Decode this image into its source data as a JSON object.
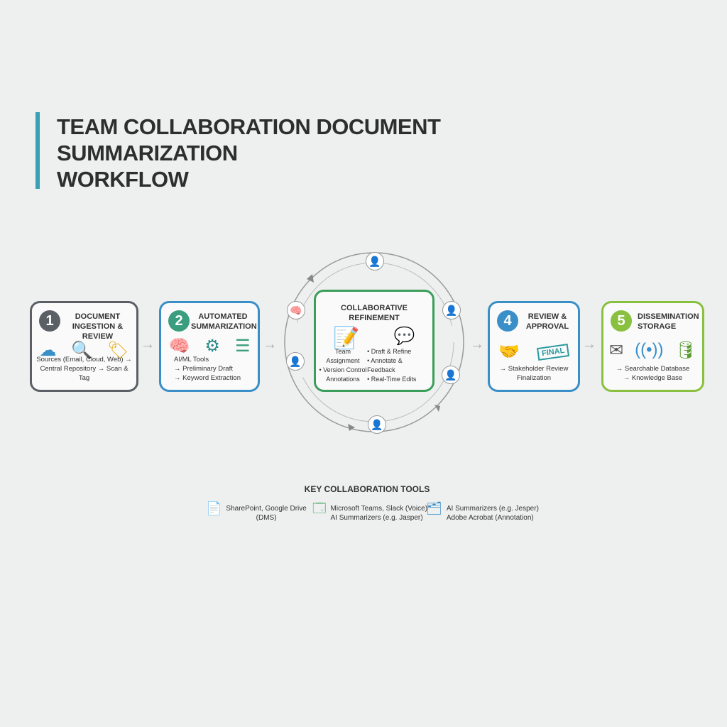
{
  "title": {
    "line1": "TEAM COLLABORATION DOCUMENT",
    "line2": "SUMMARIZATION",
    "line3": "WORKFLOW"
  },
  "steps": [
    {
      "num": "1",
      "title": "DOCUMENT INGESTION & REVIEW",
      "desc1": "Sources (Email, Cloud, Web) →",
      "desc2": "Central Repository → Scan & Tag",
      "color": "#5a6066"
    },
    {
      "num": "2",
      "title": "AUTOMATED SUMMARIZATION",
      "desc1": "AI/ML Tools",
      "desc2": "→ Preliminary Draft",
      "desc3": "→ Keyword Extraction",
      "color": "#3a9e7e"
    },
    {
      "title": "COLLABORATIVE REFINEMENT",
      "col1": [
        "Team Assignment",
        "• Version Control",
        "Annotations"
      ],
      "col2": [
        "• Draft & Refine",
        "• Annotate & Feedback",
        "• Real-Time Edits"
      ],
      "color": "#3a9e5a"
    },
    {
      "num": "4",
      "title": "REVIEW & APPROVAL",
      "desc1": "→ Stakeholder Review",
      "desc2": "Finalization",
      "stamp": "FINAL",
      "color": "#3a8fc8"
    },
    {
      "num": "5",
      "title": "DISSEMINATION STORAGE",
      "desc1": "→ Searchable Database",
      "desc2": "→ Knowledge Base",
      "color": "#8ac040"
    }
  ],
  "tools": {
    "heading": "KEY COLLABORATION TOOLS",
    "items": [
      [
        "SharePoint, Google Drive",
        "(DMS)"
      ],
      [
        "Microsoft Teams, Slack (Voice)",
        "AI Summarizers (e.g. Jasper)"
      ],
      [
        "AI Summarizers (e.g. Jesper)",
        "Adobe Acrobat (Annotation)"
      ]
    ]
  }
}
